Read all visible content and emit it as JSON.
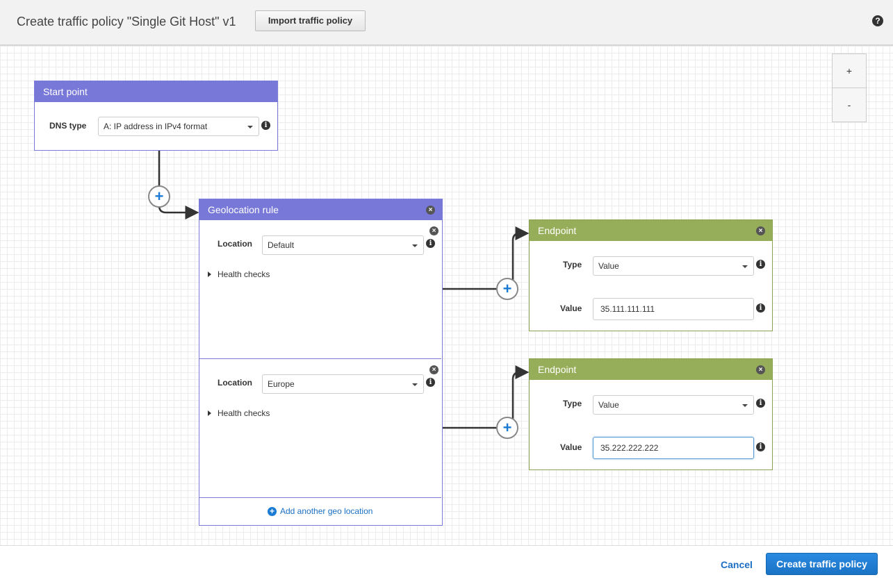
{
  "header": {
    "title": "Create traffic policy \"Single Git Host\" v1",
    "import_label": "Import traffic policy",
    "help_icon": "question-circle-icon"
  },
  "zoom": {
    "in": "+",
    "out": "-"
  },
  "start": {
    "title": "Start point",
    "dns_label": "DNS type",
    "dns_value": "A: IP address in IPv4 format"
  },
  "geo": {
    "title": "Geolocation rule",
    "rules": [
      {
        "location_label": "Location",
        "location": "Default",
        "health": "Health checks"
      },
      {
        "location_label": "Location",
        "location": "Europe",
        "health": "Health checks"
      }
    ],
    "add_label": "Add another geo location"
  },
  "endpoints": [
    {
      "title": "Endpoint",
      "type_label": "Type",
      "type": "Value",
      "value_label": "Value",
      "value": "35.111.111.111"
    },
    {
      "title": "Endpoint",
      "type_label": "Type",
      "type": "Value",
      "value_label": "Value",
      "value": "35.222.222.222"
    }
  ],
  "footer": {
    "cancel": "Cancel",
    "create": "Create traffic policy"
  },
  "colors": {
    "rule": "#7878d8",
    "endpoint": "#96ad59",
    "primary": "#1a7ad4"
  }
}
